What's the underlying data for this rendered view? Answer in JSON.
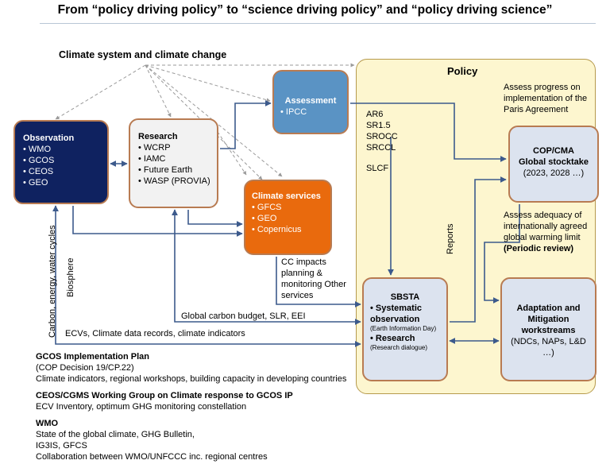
{
  "title": "From “policy driving policy” to “science driving policy” and “policy driving science”",
  "climate_system_label": "Climate system and climate change",
  "policy_title": "Policy",
  "observation": {
    "heading": "Observation",
    "items": [
      "WMO",
      "GCOS",
      "CEOS",
      "GEO"
    ]
  },
  "research": {
    "heading": "Research",
    "items": [
      "WCRP",
      "IAMC",
      "Future Earth",
      "WASP (PROVIA)"
    ]
  },
  "assessment": {
    "heading": "Assessment",
    "items": [
      "IPCC"
    ]
  },
  "climate_services": {
    "heading": "Climate services",
    "items": [
      "GFCS",
      "GEO",
      "Copernicus"
    ]
  },
  "ipcc_reports": [
    "AR6",
    "SR1.5",
    "SROCC",
    "SRCCL",
    "SLCF"
  ],
  "progress_note": "Assess progress on implementation of the Paris Agreement",
  "cop": {
    "line1": "COP/CMA",
    "line2": "Global stocktake",
    "line3": "(2023, 2028 …)"
  },
  "adequacy_note": "Assess adequacy of internationally agreed global warming limit",
  "adequacy_note_bold": "(Periodic review)",
  "reports_label": "Reports",
  "cc_impacts_label": "CC impacts planning & monitoring Other services",
  "sbsta": {
    "heading": "SBSTA",
    "item1": "Systematic observation",
    "item1_sub": "(Earth Information Day)",
    "item2": "Research",
    "item2_sub": "(Research dialogue)"
  },
  "adaptation": {
    "line1": "Adaptation and Mitigation workstreams",
    "line2": "(NDCs, NAPs, L&D …)"
  },
  "cycles_label": "Carbon, energy, water cycles",
  "biosphere_label": "Biosphere",
  "carbon_budget_label": "Global carbon budget, SLR, EEI",
  "ecv_label": "ECVs, Climate data records, climate indicators",
  "notes": [
    {
      "heading": "GCOS Implementation Plan",
      "heading_suffix": " (COP Decision 19/CP.22)",
      "lines": [
        "Climate indicators, regional workshops, building capacity in developing countries"
      ]
    },
    {
      "heading": "CEOS/CGMS Working Group on Climate response to GCOS IP",
      "heading_suffix": "",
      "lines": [
        "ECV Inventory, optimum GHG monitoring constellation"
      ]
    },
    {
      "heading": "WMO",
      "heading_suffix": "",
      "lines": [
        "State of the global climate, GHG Bulletin,",
        "IG3IS, GFCS",
        "Collaboration between WMO/UNFCCC inc. regional centres"
      ]
    }
  ],
  "colors": {
    "observation_fill": "#0f2260",
    "assessment_fill": "#5a93c4",
    "climate_services_fill": "#e96a0d",
    "policy_panel_fill": "#fdf6cf",
    "unfccc_box_fill": "#dce3ef",
    "arrow_blue": "#3c5a8c"
  }
}
